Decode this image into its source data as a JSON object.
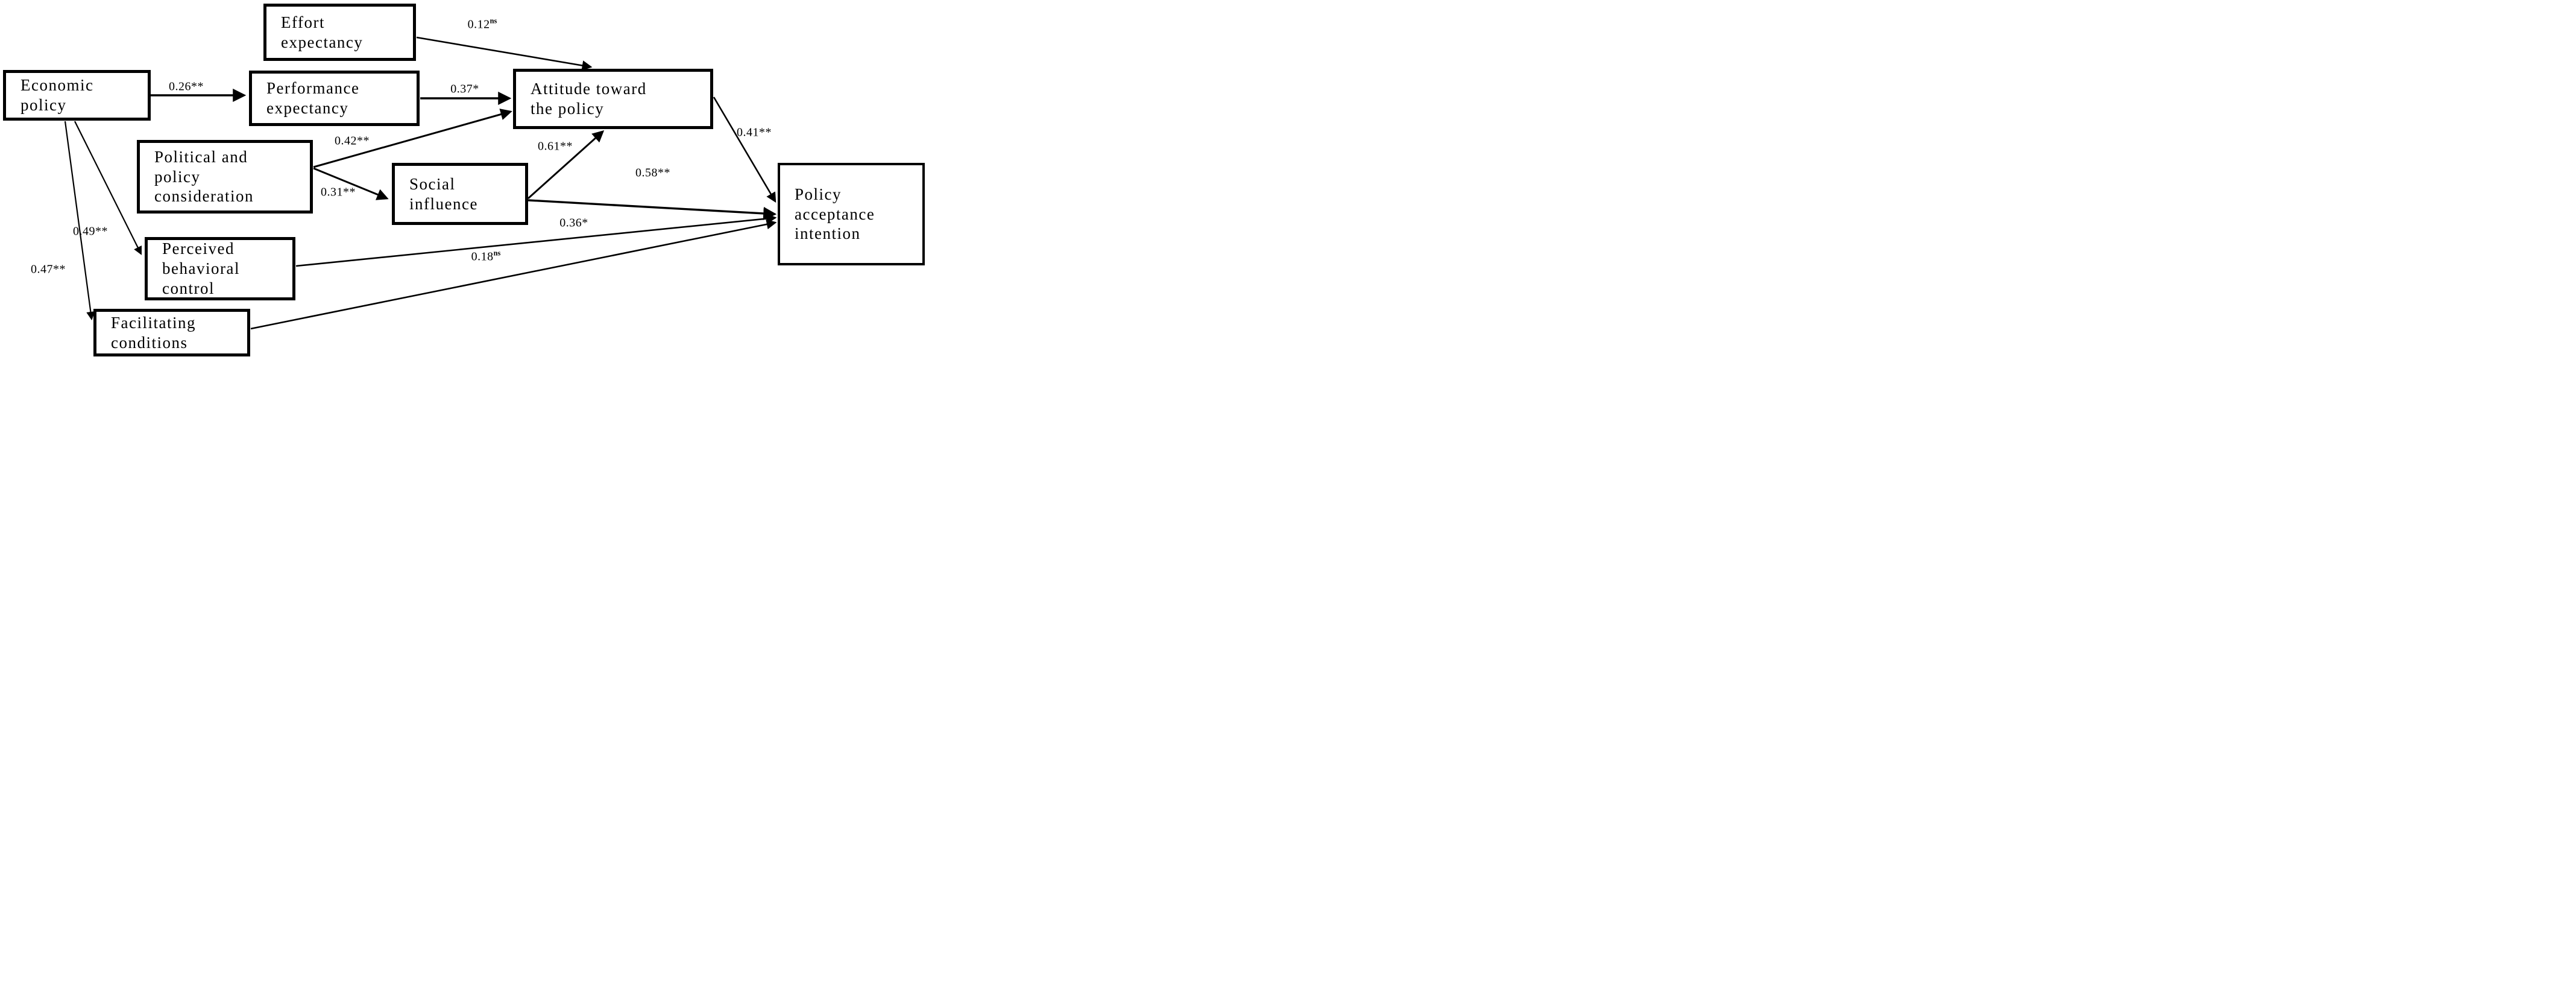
{
  "diagram_type": "path-model",
  "colors": {
    "background": "#ffffff",
    "box_border": "#000000",
    "line": "#000000",
    "text": "#000000"
  },
  "nodes": [
    {
      "id": "effort-expectancy",
      "label": "Effort\nexpectancy"
    },
    {
      "id": "economic-policy",
      "label": "Economic\npolicy"
    },
    {
      "id": "performance-expectancy",
      "label": "Performance\nexpectancy"
    },
    {
      "id": "attitude-toward-the-policy",
      "label": "Attitude toward\nthe policy"
    },
    {
      "id": "political-policy-consideration",
      "label": "Political and\npolicy\nconsideration"
    },
    {
      "id": "social-influence",
      "label": "Social\ninfluence"
    },
    {
      "id": "policy-acceptance-intention",
      "label": "Policy\nacceptance\nintention"
    },
    {
      "id": "perceived-behavioral-control",
      "label": "Perceived\nbehavioral\ncontrol"
    },
    {
      "id": "facilitating-conditions",
      "label": "Facilitating\nconditions"
    }
  ],
  "edges": [
    {
      "from": "economic-policy",
      "to": "performance-expectancy",
      "coef": "0.26**",
      "sup": ""
    },
    {
      "from": "effort-expectancy",
      "to": "attitude-toward-the-policy",
      "coef": "0.12",
      "sup": "ns"
    },
    {
      "from": "performance-expectancy",
      "to": "attitude-toward-the-policy",
      "coef": "0.37*",
      "sup": ""
    },
    {
      "from": "political-policy-consideration",
      "to": "attitude-toward-the-policy",
      "coef": "0.42**",
      "sup": ""
    },
    {
      "from": "political-policy-consideration",
      "to": "social-influence",
      "coef": "0.31**",
      "sup": ""
    },
    {
      "from": "social-influence",
      "to": "attitude-toward-the-policy",
      "coef": "0.61**",
      "sup": ""
    },
    {
      "from": "social-influence",
      "to": "policy-acceptance-intention",
      "coef": "0.58**",
      "sup": ""
    },
    {
      "from": "attitude-toward-the-policy",
      "to": "policy-acceptance-intention",
      "coef": "0.41**",
      "sup": ""
    },
    {
      "from": "economic-policy",
      "to": "perceived-behavioral-control",
      "coef": "0.49**",
      "sup": ""
    },
    {
      "from": "economic-policy",
      "to": "facilitating-conditions",
      "coef": "0.47**",
      "sup": ""
    },
    {
      "from": "perceived-behavioral-control",
      "to": "policy-acceptance-intention",
      "coef": "0.36*",
      "sup": ""
    },
    {
      "from": "facilitating-conditions",
      "to": "policy-acceptance-intention",
      "coef": "0.18",
      "sup": "ns"
    }
  ]
}
